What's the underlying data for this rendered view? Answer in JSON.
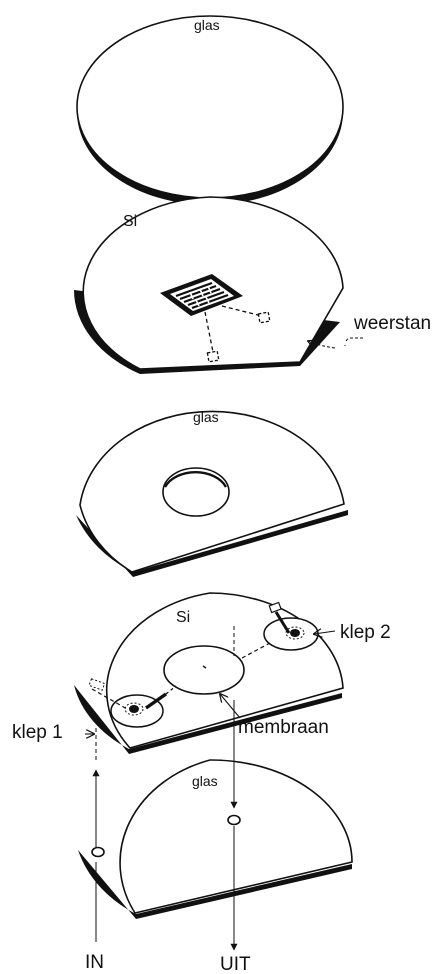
{
  "layers": {
    "top_glass": {
      "label": "glas"
    },
    "si_resistor": {
      "label": "Si"
    },
    "middle_glass": {
      "label": "glas"
    },
    "si_valves": {
      "label": "Si"
    },
    "bottom_glass": {
      "label": "glas"
    }
  },
  "callouts": {
    "resistor": "weerstand",
    "valve_2": "klep 2",
    "valve_1": "klep 1",
    "membrane": "membraan"
  },
  "flow": {
    "inlet": "IN",
    "outlet": "UIT"
  },
  "colors": {
    "line": "#111111",
    "background": "#ffffff"
  }
}
